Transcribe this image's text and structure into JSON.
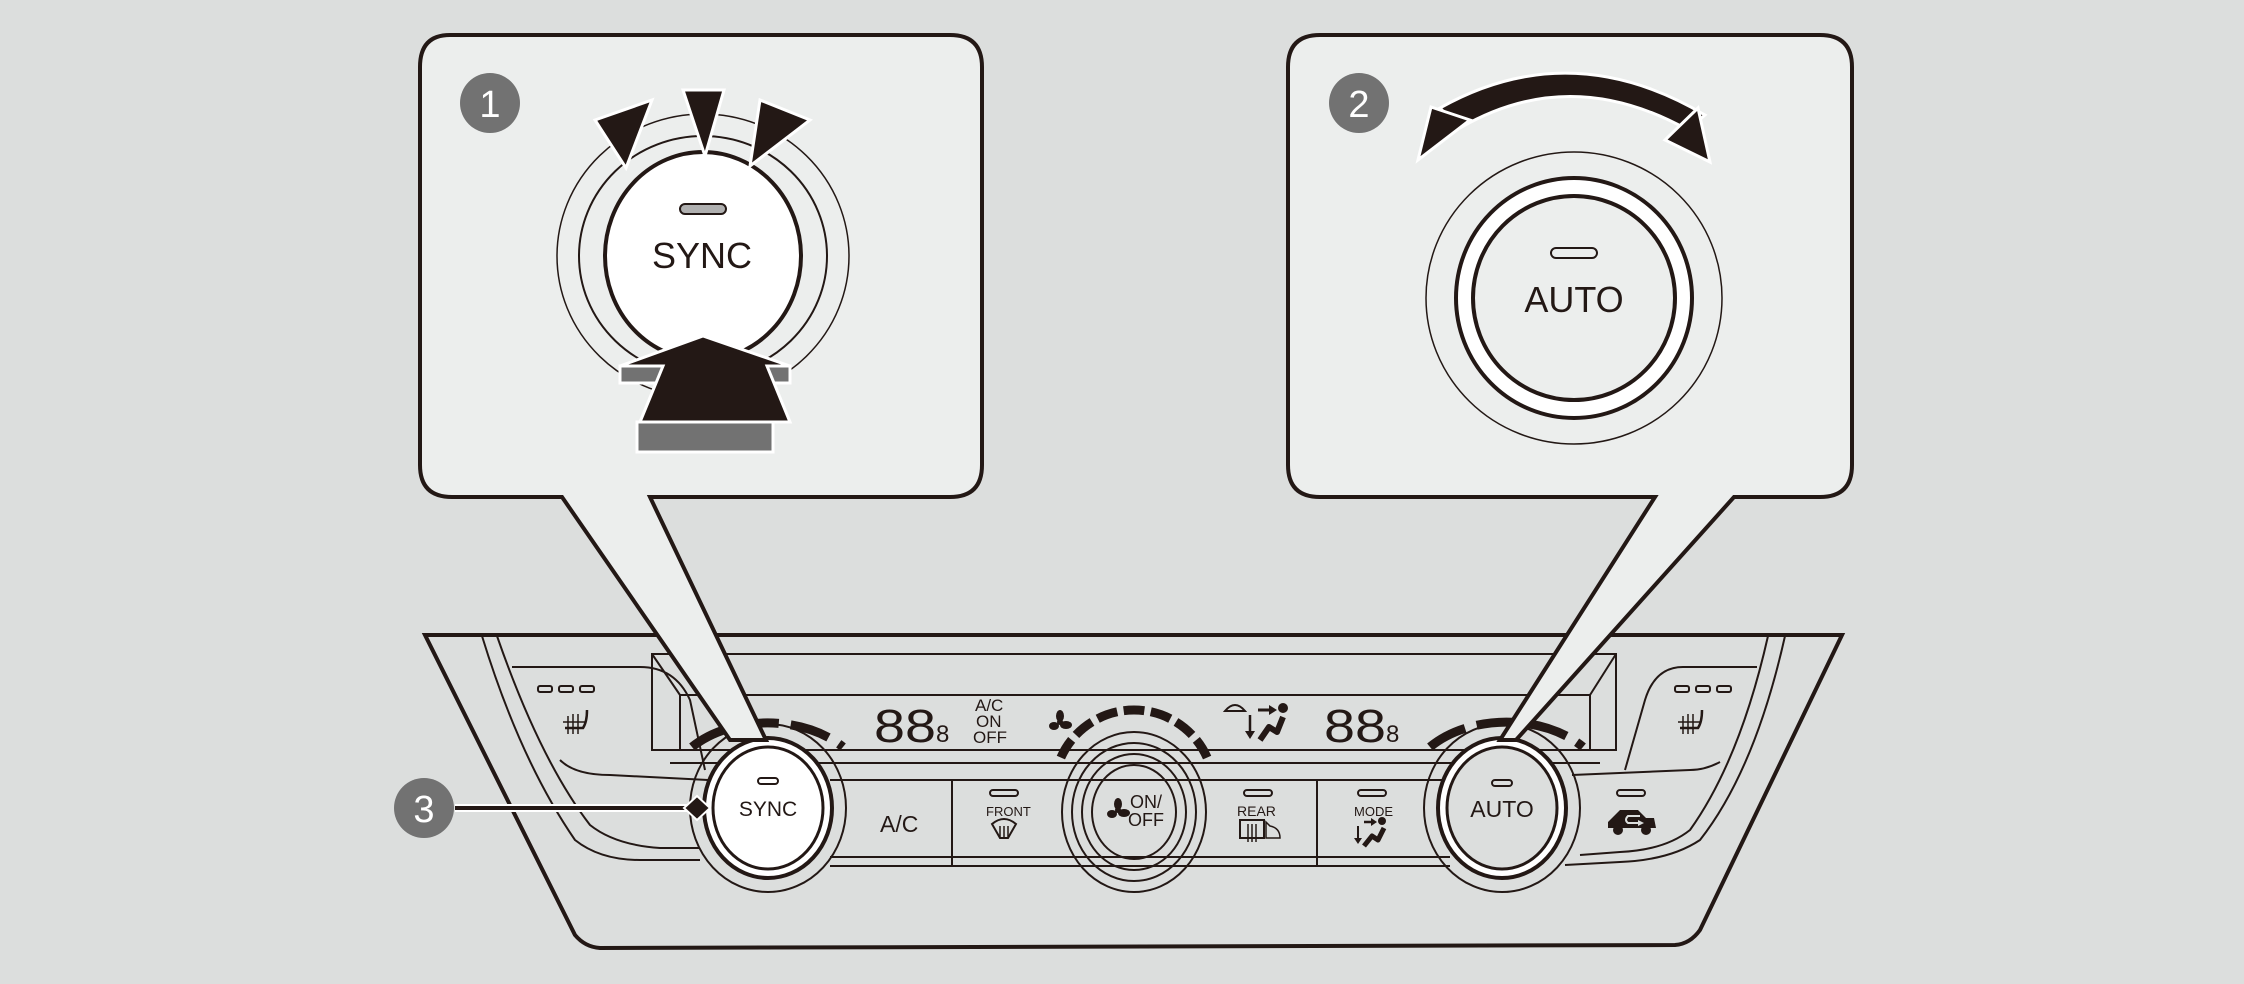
{
  "colors": {
    "background": "#dcdedd",
    "callout_fill": "#eceeed",
    "badge": "#727272",
    "line": "#231815",
    "knob_face": "#ffffff"
  },
  "callouts": [
    {
      "badge": "1",
      "button_label": "SYNC",
      "action": "press"
    },
    {
      "badge": "2",
      "button_label": "AUTO",
      "action": "rotate"
    }
  ],
  "marker": {
    "badge": "3"
  },
  "panel": {
    "left_knob_label": "SYNC",
    "right_knob_label": "AUTO",
    "center_knob_label_line1": "ON/",
    "center_knob_label_line2": "OFF",
    "buttons": {
      "ac": "A/C",
      "front": "FRONT",
      "rear": "REAR",
      "mode": "MODE"
    },
    "display": {
      "left_temp": "88",
      "left_temp_decimal": "8",
      "right_temp": "88",
      "right_temp_decimal": "8",
      "ac_status_line1": "A/C",
      "ac_status_line2": "ON",
      "ac_status_line3": "OFF",
      "fan_segments": 7
    },
    "icons": [
      "seat-heater-icon",
      "defrost-front-icon",
      "defrost-rear-icon",
      "fan-icon",
      "mode-airflow-icon",
      "recirculation-icon"
    ]
  }
}
